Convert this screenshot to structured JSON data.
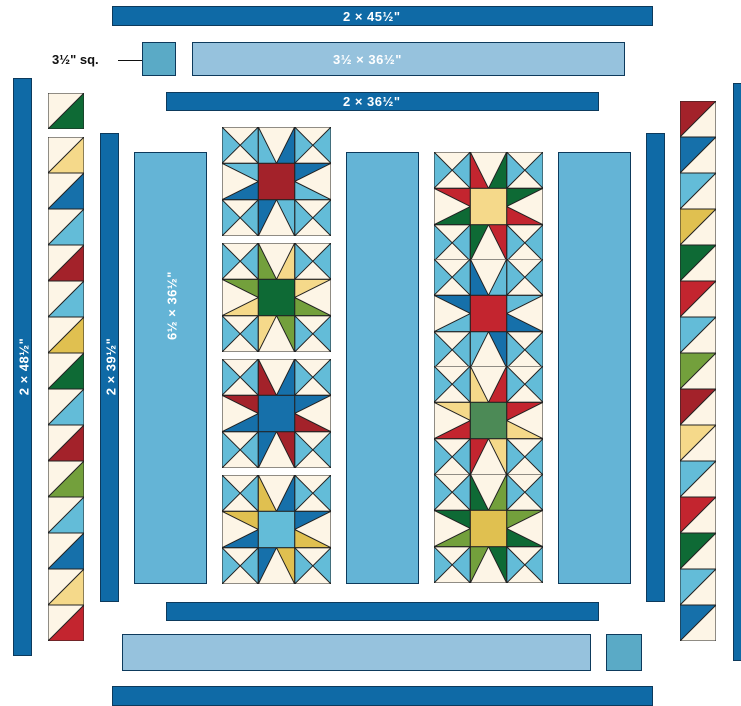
{
  "labels": {
    "top_outer": "2 × 45½\"",
    "top_light": "3½ × 36½\"",
    "top_inner": "2 × 36½\"",
    "corner_square": "3½\" sq.",
    "left_outer": "2 × 48½\"",
    "left_inner": "2 × 39½\"",
    "center_panel": "6½ × 36½\""
  },
  "colors": {
    "dark_blue": "#0f6aa6",
    "light_blue": "#96c2dd",
    "mid_blue": "#64b4d6",
    "cream": "#fdf5e6",
    "red": "#c3252f",
    "dark_red": "#a3222a",
    "yellow": "#f5d98a",
    "gold": "#e0c050",
    "green": "#0e6a35",
    "olive": "#73a03c",
    "teal": "#5aaac6",
    "sky": "#63bcd8",
    "navy": "#1670aa"
  }
}
